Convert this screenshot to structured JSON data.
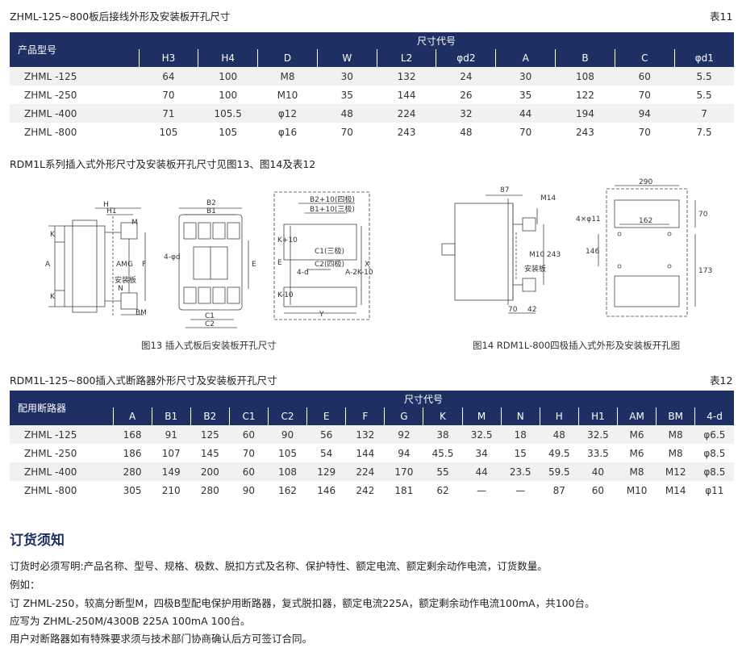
{
  "table11": {
    "title": "ZHML-125~800板后接线外形及安装板开孔尺寸",
    "label": "表11",
    "corner": "产品型号",
    "group": "尺寸代号",
    "columns": [
      "H3",
      "H4",
      "D",
      "W",
      "L2",
      "φd2",
      "A",
      "B",
      "C",
      "φd1"
    ],
    "rows": [
      [
        "ZHML -125",
        "64",
        "100",
        "M8",
        "30",
        "132",
        "24",
        "30",
        "108",
        "60",
        "5.5"
      ],
      [
        "ZHML -250",
        "70",
        "100",
        "M10",
        "35",
        "144",
        "26",
        "35",
        "122",
        "70",
        "5.5"
      ],
      [
        "ZHML -400",
        "71",
        "105.5",
        "φ12",
        "48",
        "224",
        "32",
        "44",
        "194",
        "94",
        "7"
      ],
      [
        "ZHML -800",
        "105",
        "105",
        "φ16",
        "70",
        "243",
        "48",
        "70",
        "243",
        "70",
        "7.5"
      ]
    ]
  },
  "section_note": "RDM1L系列插入式外形尺寸及安装板开孔尺寸见图13、图14及表12",
  "fig13": {
    "caption": "图13 插入式板后安装板开孔尺寸",
    "labels": {
      "H": "H",
      "H1": "H1",
      "M": "M",
      "K_top": "K",
      "K_bot": "K",
      "A": "A",
      "AM": "AM",
      "G": "G",
      "F": "F",
      "N": "N",
      "BM": "BM",
      "plate": "安装板",
      "B2": "B2",
      "B1": "B1",
      "hole": "4-φd",
      "E": "E",
      "C1": "C1",
      "C2": "C2",
      "B2_10": "B2+10(四极)",
      "B1_10": "B1+10(三极)",
      "K10_top": "K+10",
      "K10_bot": "K-10",
      "E2": "E",
      "d4": "4-d",
      "C1_3": "C1(三极)",
      "C2_4": "C2(四极)",
      "A2K": "A-2K-10",
      "X": "X",
      "Y": "Y"
    }
  },
  "fig14": {
    "caption": "图14  RDM1L-800四极插入式外形及安装板开孔图",
    "labels": {
      "d87": "87",
      "M14": "M14",
      "M10": "M10",
      "d243": "243",
      "plate": "安装板",
      "d70": "70",
      "d42": "42",
      "d290": "290",
      "d162": "162",
      "hole": "4×φ11",
      "d146": "146",
      "d173": "173",
      "d70r": "70"
    }
  },
  "table12": {
    "title": "RDM1L-125~800插入式断路器外形尺寸及安装板开孔尺寸",
    "label": "表12",
    "corner": "配用断路器",
    "group": "尺寸代号",
    "columns": [
      "A",
      "B1",
      "B2",
      "C1",
      "C2",
      "E",
      "F",
      "G",
      "K",
      "M",
      "N",
      "H",
      "H1",
      "AM",
      "BM",
      "4-d"
    ],
    "rows": [
      [
        "ZHML -125",
        "168",
        "91",
        "125",
        "60",
        "90",
        "56",
        "132",
        "92",
        "38",
        "32.5",
        "18",
        "48",
        "32.5",
        "M6",
        "M8",
        "φ6.5"
      ],
      [
        "ZHML -250",
        "186",
        "107",
        "145",
        "70",
        "105",
        "54",
        "144",
        "94",
        "45.5",
        "34",
        "15",
        "49.5",
        "33.5",
        "M6",
        "M8",
        "φ8.5"
      ],
      [
        "ZHML -400",
        "280",
        "149",
        "200",
        "60",
        "108",
        "129",
        "224",
        "170",
        "55",
        "44",
        "23.5",
        "59.5",
        "40",
        "M8",
        "M12",
        "φ8.5"
      ],
      [
        "ZHML -800",
        "305",
        "210",
        "280",
        "90",
        "162",
        "146",
        "242",
        "181",
        "62",
        "—",
        "—",
        "87",
        "60",
        "M10",
        "M14",
        "φ11"
      ]
    ]
  },
  "order": {
    "heading": "订货须知",
    "lines": [
      "订货时必须写明:产品名称、型号、规格、极数、脱扣方式及名称、保护特性、额定电流、额定剩余动作电流，订货数量。",
      "例如：",
      "订  ZHML-250，较高分断型M，四极B型配电保护用断路器，复式脱扣器，额定电流225A，额定剩余动作电流100mA，共100台。",
      "应写为  ZHML-250M/4300B  225A  100mA  100台。",
      "用户对断路器如有特殊要求须与技术部门协商确认后方可签订合同。"
    ]
  }
}
